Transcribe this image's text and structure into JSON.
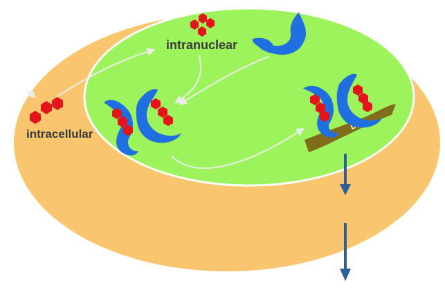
{
  "labels": {
    "intracellular": "intracellular",
    "intranuclear": "intranuclear",
    "dna": "DNA"
  },
  "colors": {
    "cell": "#F9C56E",
    "nucleus": "#9CF35B",
    "nucleus_border": "#FFFFFF",
    "receptor": "#1F6FE0",
    "ligand": "#E4141B",
    "dna": "#7F6D1A",
    "arrow_gray": "#E9EFE6",
    "arrow_blue": "#2F5E9A",
    "text": "#3B3B3B"
  },
  "icons": {
    "ligand": "hexagon-cluster-icon",
    "receptor": "receptor-protein-icon",
    "arrow": "arrow-icon"
  }
}
